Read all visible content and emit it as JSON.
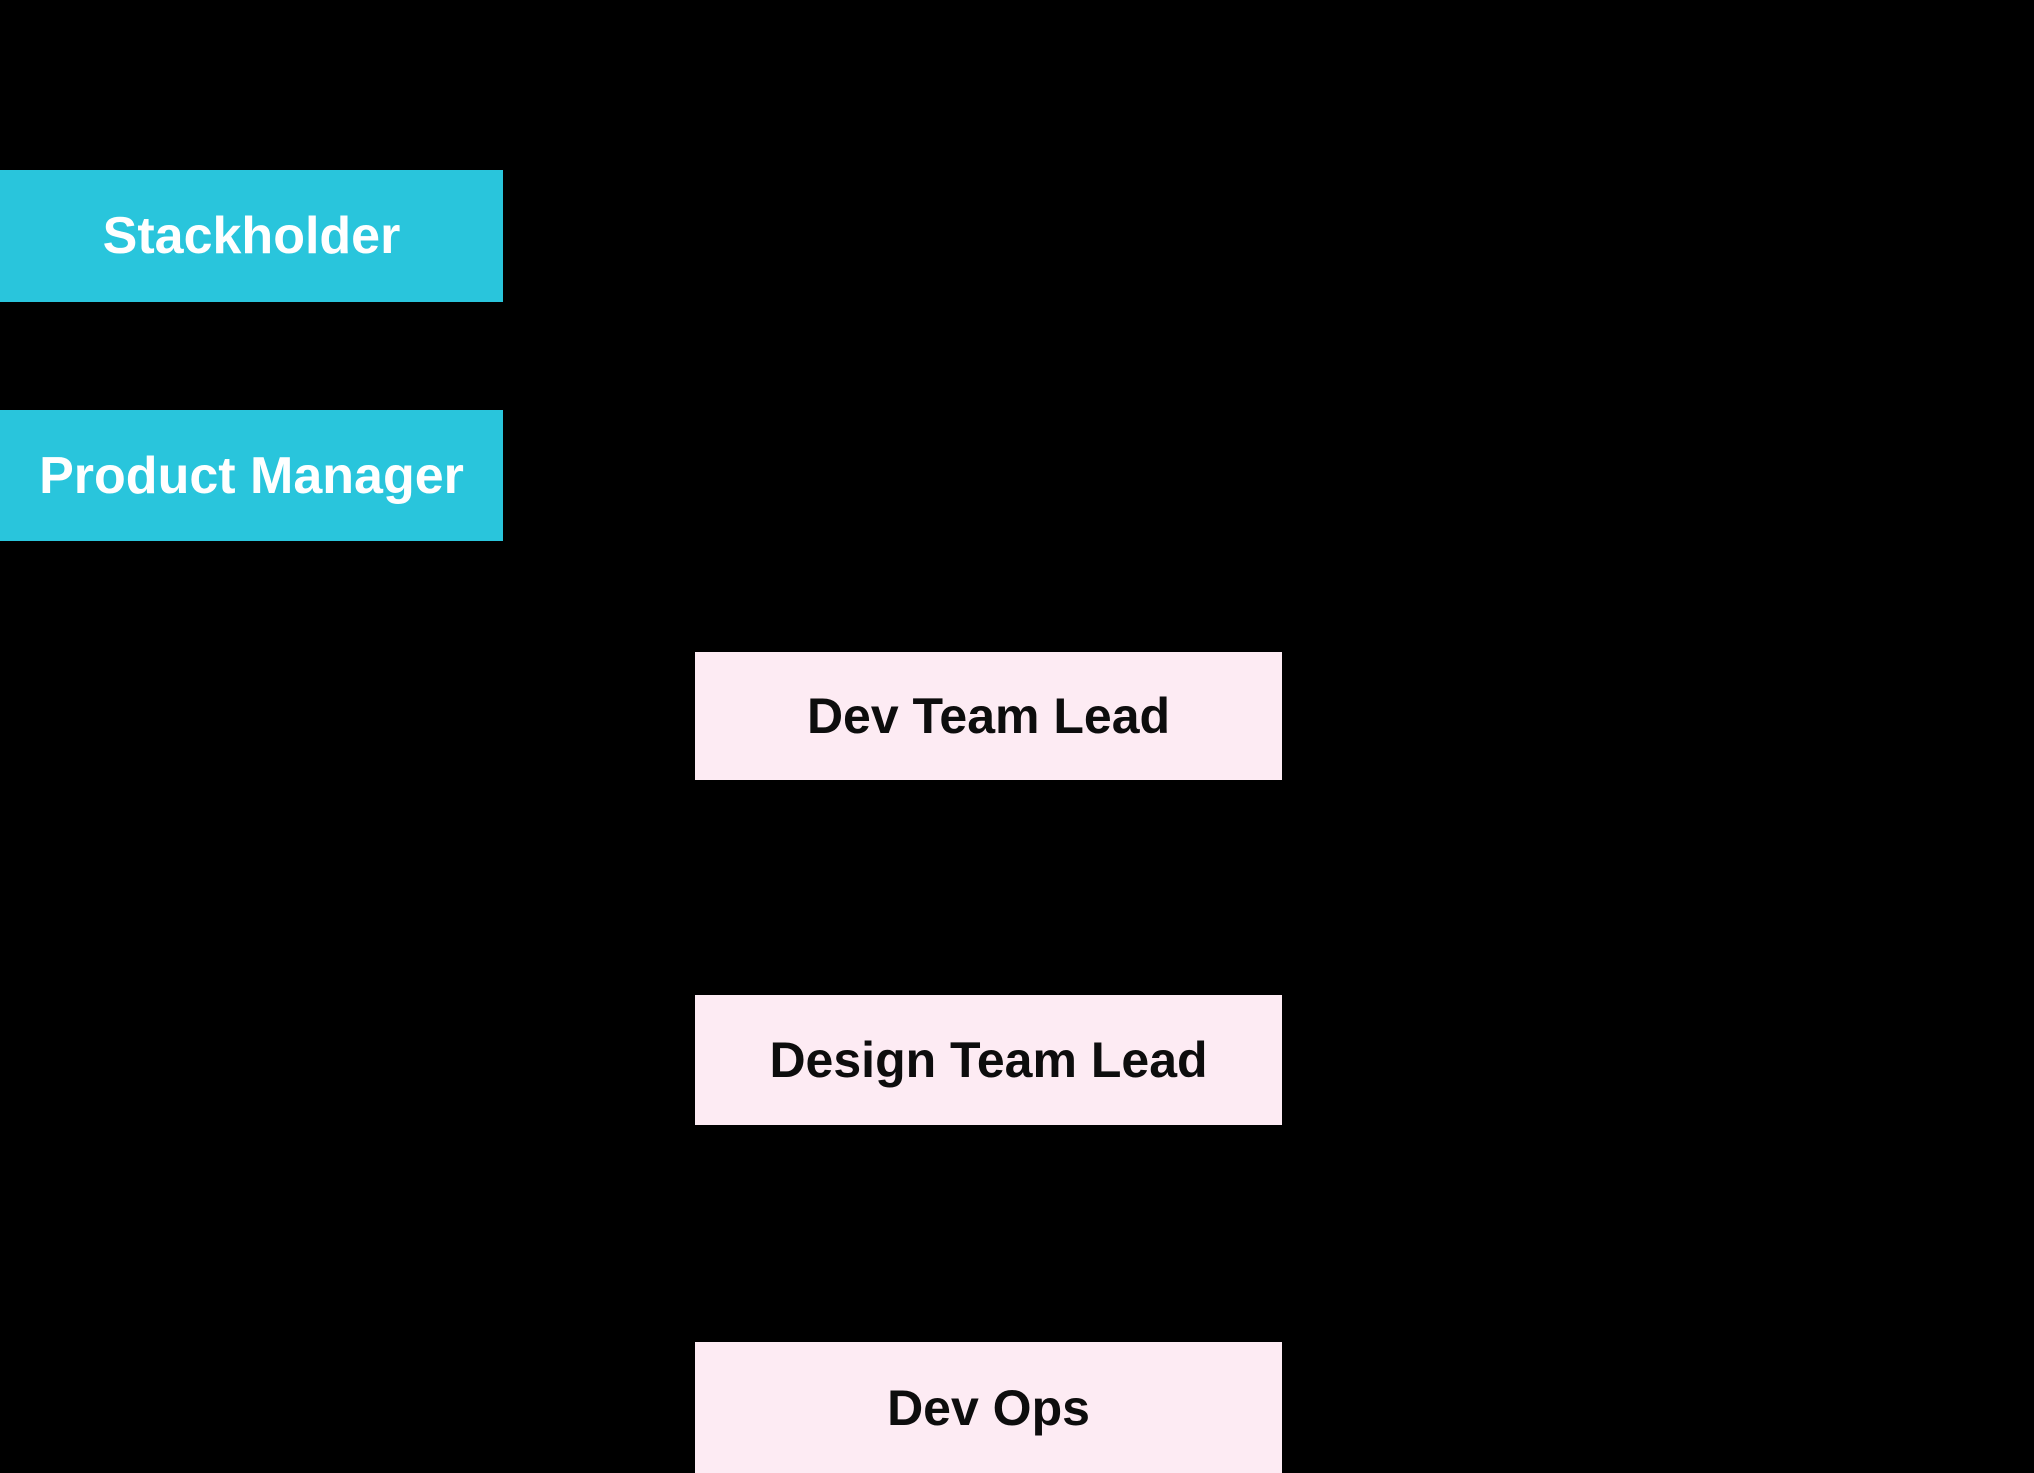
{
  "diagram": {
    "type": "org-chart",
    "background_color": "#000000",
    "nodes": [
      {
        "id": "stackholder",
        "label": "Stackholder",
        "column": "left",
        "bg_color": "#29C5DC",
        "text_color": "#FFFFFF"
      },
      {
        "id": "product-manager",
        "label": "Product Manager",
        "column": "left",
        "bg_color": "#29C5DC",
        "text_color": "#FFFFFF"
      },
      {
        "id": "dev-team-lead",
        "label": "Dev Team Lead",
        "column": "center",
        "bg_color": "#FDEBF3",
        "text_color": "#0D0D0D"
      },
      {
        "id": "design-team-lead",
        "label": "Design Team Lead",
        "column": "center",
        "bg_color": "#FDEBF3",
        "text_color": "#0D0D0D"
      },
      {
        "id": "dev-ops",
        "label": "Dev Ops",
        "column": "center",
        "bg_color": "#FDEBF3",
        "text_color": "#0D0D0D",
        "clipped_at_bottom": true
      }
    ]
  }
}
